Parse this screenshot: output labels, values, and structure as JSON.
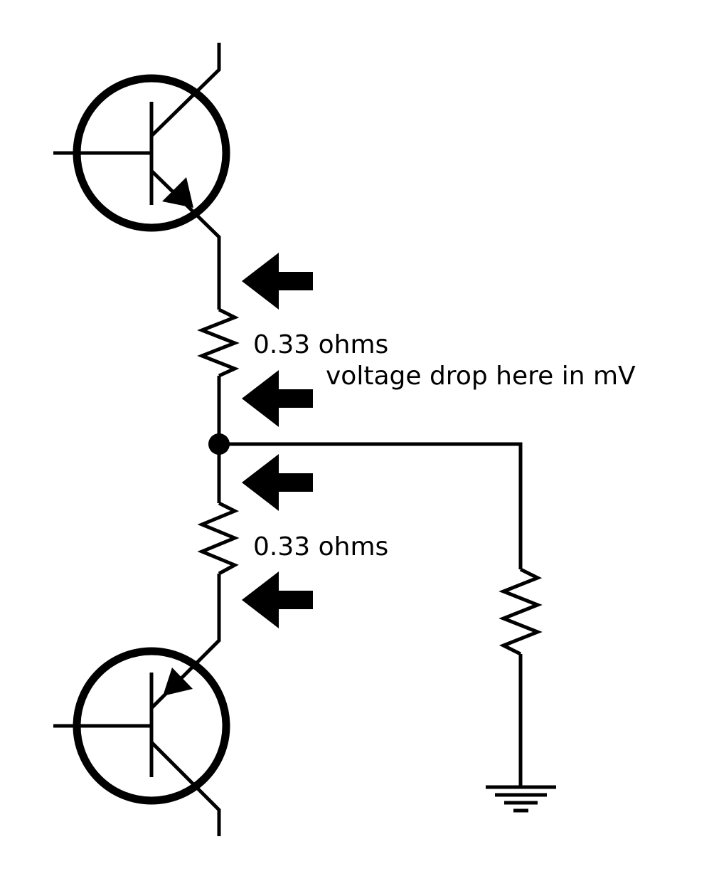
{
  "labels": {
    "upper_resistor": "0.33 ohms",
    "voltage_note": "voltage drop here in mV",
    "lower_resistor": "0.33 ohms"
  },
  "components": {
    "upper_transistor": "npn-transistor",
    "lower_transistor": "pnp-transistor",
    "upper_resistor": "resistor",
    "lower_resistor": "resistor",
    "load_resistor": "resistor",
    "ground": "ground-symbol",
    "junction": "junction-dot",
    "arrows": "current-arrow-left"
  },
  "colors": {
    "ink": "#000000",
    "background": "#ffffff"
  }
}
